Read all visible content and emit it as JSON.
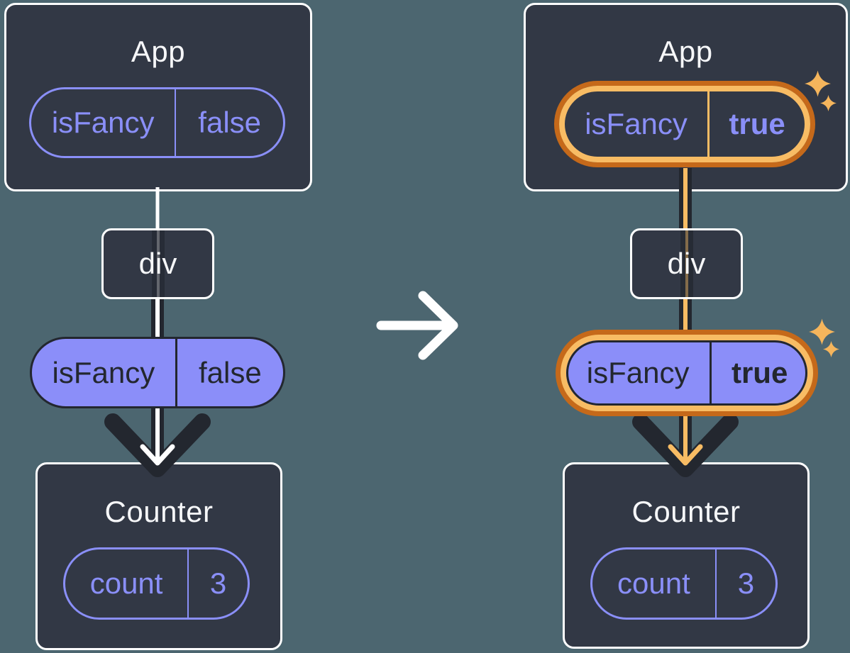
{
  "colors": {
    "background": "#4C6670",
    "card": "#323845",
    "card_border": "#FFFFFF",
    "purple": "#8A8FF8",
    "purple_fill": "#8B8EF9",
    "dark_ink": "#23272F",
    "highlight_orange_dark": "#C5691A",
    "highlight_orange_light": "#F8BC64",
    "sparkle": "#F5B55C",
    "title_text": "#F6F7F9",
    "transition_arrow": "#FFFFFF"
  },
  "panels": {
    "before": {
      "app": {
        "title": "App",
        "prop_name": "isFancy",
        "prop_value": "false"
      },
      "middle_node": {
        "label": "div"
      },
      "prop_pill": {
        "prop_name": "isFancy",
        "prop_value": "false"
      },
      "counter": {
        "title": "Counter",
        "state_name": "count",
        "state_value": "3"
      }
    },
    "after": {
      "app": {
        "title": "App",
        "prop_name": "isFancy",
        "prop_value": "true"
      },
      "middle_node": {
        "label": "div"
      },
      "prop_pill": {
        "prop_name": "isFancy",
        "prop_value": "true"
      },
      "counter": {
        "title": "Counter",
        "state_name": "count",
        "state_value": "3"
      }
    }
  }
}
